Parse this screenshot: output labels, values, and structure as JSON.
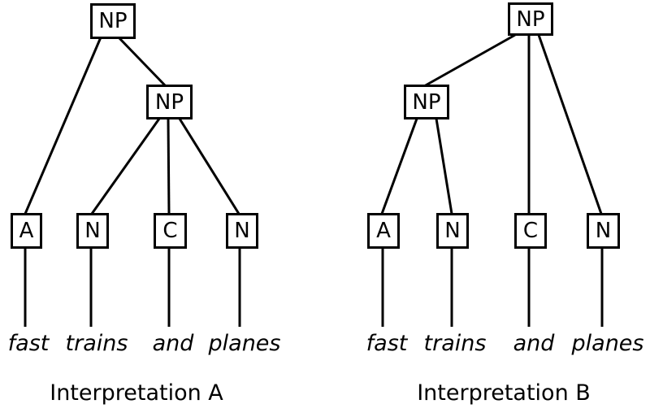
{
  "diagram": {
    "background_color": "#ffffff",
    "ink_color": "#000000",
    "sentence": "fast trains and planes",
    "trees": {
      "a": {
        "caption": "Interpretation A",
        "root_label": "NP",
        "inner_label": "NP",
        "bracketing": "[NP [A fast] [NP [N trains] [C and] [N planes]]]",
        "leaves": [
          {
            "tag": "A",
            "word": "fast"
          },
          {
            "tag": "N",
            "word": "trains"
          },
          {
            "tag": "C",
            "word": "and"
          },
          {
            "tag": "N",
            "word": "planes"
          }
        ]
      },
      "b": {
        "caption": "Interpretation B",
        "root_label": "NP",
        "inner_label": "NP",
        "bracketing": "[NP [NP [A fast] [N trains]] [C and] [N planes]]",
        "leaves": [
          {
            "tag": "A",
            "word": "fast"
          },
          {
            "tag": "N",
            "word": "trains"
          },
          {
            "tag": "C",
            "word": "and"
          },
          {
            "tag": "N",
            "word": "planes"
          }
        ]
      }
    }
  }
}
